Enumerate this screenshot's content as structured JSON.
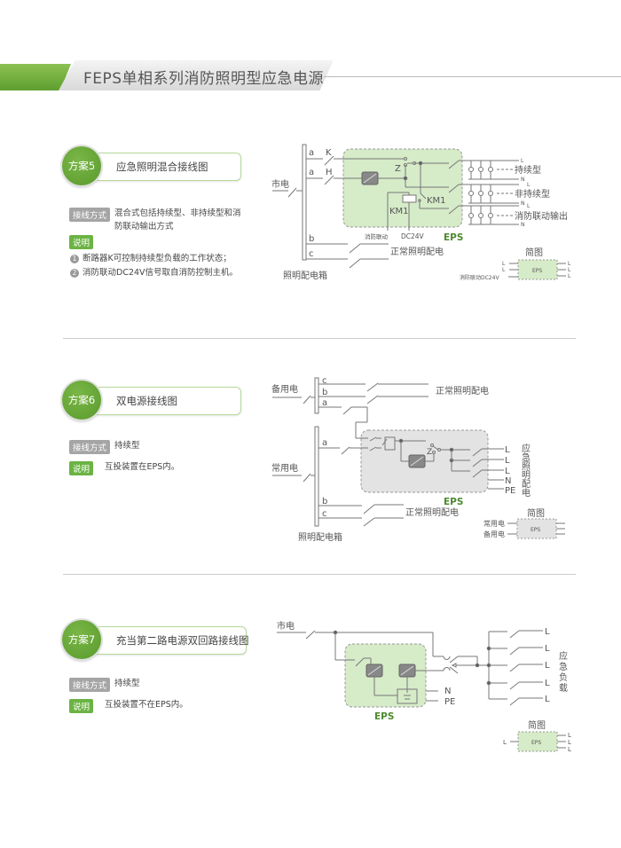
{
  "header": {
    "title": "FEPS单相系列消防照明型应急电源"
  },
  "colors": {
    "accent": "#6bb343",
    "eps_fill": "#d6ebc8",
    "eps_gray_fill": "#e3e3e3",
    "line": "#777777"
  },
  "schemes": [
    {
      "badge": "方案5",
      "title": "应急照明混合接线图",
      "wiring_label": "接线方式",
      "wiring_text_1": "混合式包括持续型、非持续型和消",
      "wiring_text_2": "防联动输出方式",
      "note_label": "说明",
      "notes": [
        "断路器K可控制持续型负载的工作状态；",
        "消防联动DC24V信号取自消防控制主机。"
      ],
      "note_nums": [
        "1",
        "2"
      ],
      "diagram": {
        "mains": "市电",
        "box": "照明配电箱",
        "branch_a": "a",
        "branch_b": "b",
        "branch_c": "c",
        "breaker_k": "K",
        "breaker_h": "H",
        "switch_z": "Z",
        "km1": "KM1",
        "fire_link": "消防联动",
        "dc24v": "DC24V",
        "eps": "EPS",
        "normal_power": "正常照明配电",
        "outputs": [
          "持续型",
          "非持续型",
          "消防联动输出"
        ],
        "L": "L",
        "N": "N",
        "simple_title": "简图",
        "simple_eps": "EPS",
        "simple_in": "消防联动DC24V"
      }
    },
    {
      "badge": "方案6",
      "title": "双电源接线图",
      "wiring_label": "接线方式",
      "wiring_text": "持续型",
      "note_label": "说明",
      "note_text": "互投装置在EPS内。",
      "diagram": {
        "backup": "备用电",
        "mains": "常用电",
        "box": "照明配电箱",
        "branch_a": "a",
        "branch_b": "b",
        "branch_c": "c",
        "switch_z": "Z",
        "eps": "EPS",
        "normal_power": "正常照明配电",
        "out_L": "L",
        "out_N": "N",
        "out_PE": "PE",
        "emergency_vertical": [
          "应",
          "急",
          "照",
          "明",
          "配",
          "电"
        ],
        "simple_title": "简图",
        "simple_eps": "EPS",
        "simple_in_1": "常用电",
        "simple_in_2": "备用电"
      }
    },
    {
      "badge": "方案7",
      "title": "充当第二路电源双回路接线图",
      "wiring_label": "接线方式",
      "wiring_text": "持续型",
      "note_label": "说明",
      "note_text": "互投装置不在EPS内。",
      "diagram": {
        "mains": "市电",
        "eps": "EPS",
        "out_N": "N",
        "out_PE": "PE",
        "out_L": "L",
        "load_vertical": [
          "应",
          "急",
          "负",
          "载"
        ],
        "simple_title": "简图",
        "simple_eps": "EPS",
        "simple_in": "L"
      }
    }
  ]
}
